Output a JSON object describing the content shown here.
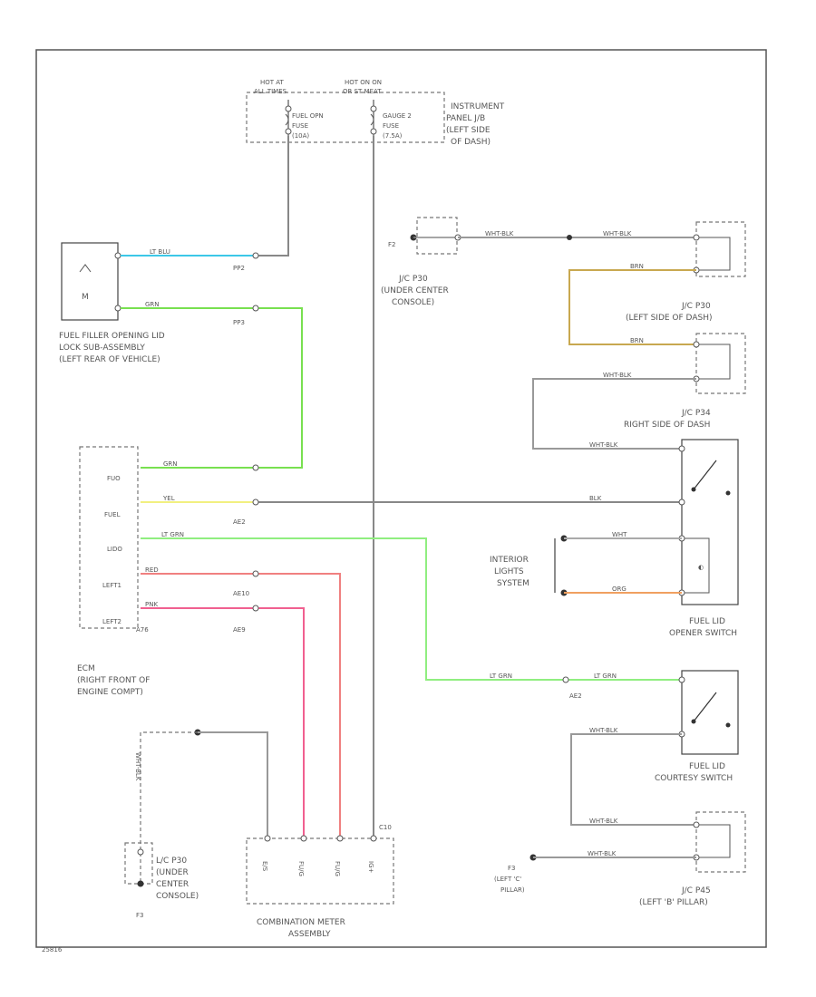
{
  "diagram": {
    "fuse_box": {
      "hot_at_1": "HOT AT",
      "hot_at_2": "ALL TIMES",
      "hot_on_1": "HOT ON ON",
      "hot_on_2": "OR ST MEAT",
      "fuse_a_1": "FUEL OPN",
      "fuse_a_2": "FUSE",
      "fuse_a_3": "(10A)",
      "fuse_b_1": "GAUGE 2",
      "fuse_b_2": "FUSE",
      "fuse_b_3": "(7.5A)",
      "location_1": "INSTRUMENT",
      "location_2": "PANEL J/B",
      "location_3": "(LEFT SIDE",
      "location_4": "OF DASH)"
    },
    "fuel_filler": {
      "label_1": "FUEL FILLER OPENING LID",
      "label_2": "LOCK SUB-ASSEMBLY",
      "label_3": "(LEFT REAR OF VEHICLE)",
      "conn_a": "PP2",
      "conn_b": "PP3"
    },
    "ecm": {
      "pins": [
        "FUO",
        "FUEL",
        "LIDO",
        "LEFT1",
        "LEFT2"
      ],
      "label_1": "ECM",
      "label_2": "(RIGHT FRONT OF",
      "label_3": "ENGINE COMPT)",
      "conn_ae2": "AE2",
      "conn_ae10": "AE10",
      "conn_ae9": "AE9",
      "conn_a76": "A76"
    },
    "wires": {
      "lt_blu": "LT BLU",
      "grn": "GRN",
      "yel": "YEL",
      "lt_grn": "LT GRN",
      "red": "RED",
      "pnk": "PNK",
      "wht_blk": "WHT-BLK",
      "blk": "BLK",
      "wht": "WHT",
      "org": "ORG",
      "brn": "BRN"
    },
    "jc_center": {
      "label_1": "J/C P30",
      "label_2": "(UNDER CENTER",
      "label_3": "CONSOLE)",
      "ground": "F2"
    },
    "jc_right_1": {
      "label_1": "J/C P30",
      "label_2": "(LEFT SIDE OF DASH)"
    },
    "jc_right_2": {
      "label_1": "J/C P34",
      "label_2": "RIGHT SIDE OF DASH"
    },
    "interior": {
      "label_1": "INTERIOR",
      "label_2": "LIGHTS",
      "label_3": "SYSTEM"
    },
    "opener_switch": {
      "label_1": "FUEL LID",
      "label_2": "OPENER SWITCH"
    },
    "courtesy_switch": {
      "label_1": "FUEL LID",
      "label_2": "COURTESY SWITCH"
    },
    "jc_pillar": {
      "label_1": "J/C P45",
      "label_2": "(LEFT 'B' PILLAR)",
      "ground_1": "F3",
      "ground_2": "(LEFT 'C'",
      "ground_3": "PILLAR)"
    },
    "jc_bottom": {
      "label_1": "L/C P30",
      "label_2": "(UNDER",
      "label_3": "CENTER",
      "label_4": "CONSOLE)",
      "ground": "F3"
    },
    "meter": {
      "label_1": "COMBINATION METER",
      "label_2": "ASSEMBLY",
      "pins": [
        "E/S",
        "FU/G",
        "FU/G",
        "IG+"
      ],
      "conn": "C10"
    },
    "footer_code": "25816"
  }
}
